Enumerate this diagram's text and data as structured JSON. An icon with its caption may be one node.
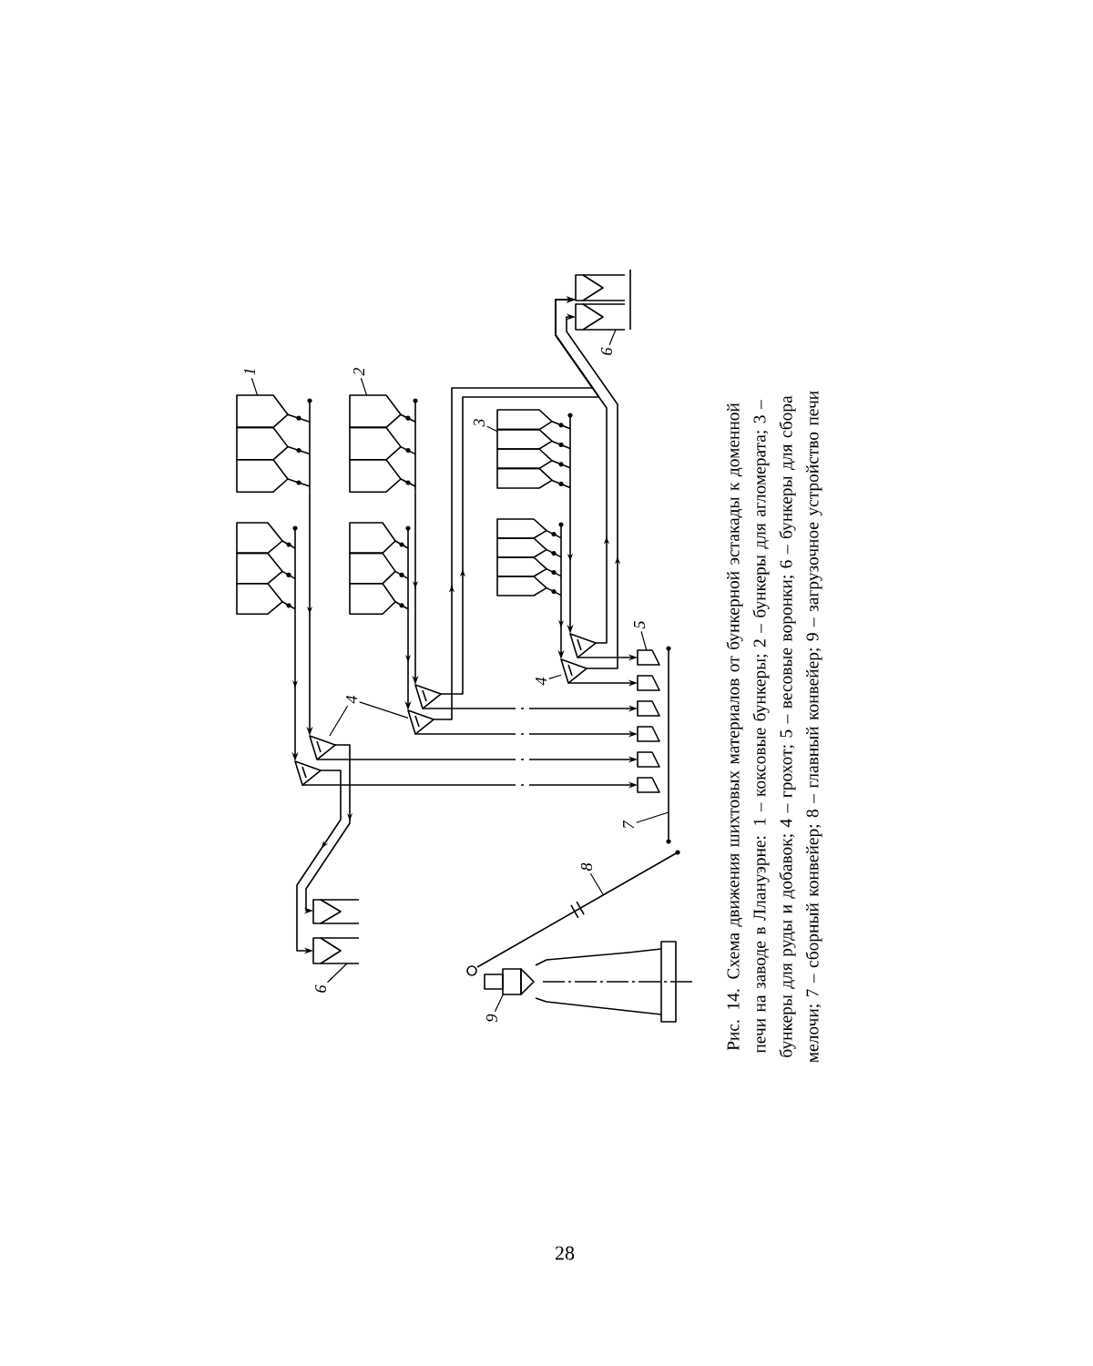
{
  "diagram": {
    "caption": "Рис. 14. Схема движения шихтовых материалов от бункерной эстакады к доменной печи на заводе в Ллануэрне: 1 – коксовые бункеры; 2 – бункеры для агломерата; 3 – бункеры для руды и добавок; 4 – грохот; 5 – весовые воронки; 6 – бункеры для сбора мелочи; 7 – сборный конвейер; 8 – главный конвейер; 9 – загрузочное устройство печи",
    "nodes": [
      {
        "text": [
          "1"
        ]
      },
      {
        "text": [
          "2"
        ]
      },
      {
        "text": [
          "3"
        ]
      },
      {
        "text": [
          "4"
        ]
      },
      {
        "text": [
          "4"
        ]
      },
      {
        "text": [
          "5"
        ]
      },
      {
        "text": [
          "6"
        ]
      },
      {
        "text": [
          "6"
        ]
      },
      {
        "text": [
          "7"
        ]
      },
      {
        "text": [
          "8"
        ]
      },
      {
        "text": [
          "9"
        ]
      },
      {
        "text": [],
        "shape": "picture"
      },
      {
        "text": [],
        "shape": "picture"
      },
      {
        "text": [],
        "shape": "picture"
      },
      {
        "text": [],
        "shape": "picture"
      },
      {
        "text": [],
        "shape": "picture"
      },
      {
        "text": [],
        "shape": "picture"
      },
      {
        "text": [],
        "shape": "picture"
      },
      {
        "text": [],
        "shape": "picture"
      },
      {
        "text": [],
        "shape": "picture"
      },
      {
        "text": [],
        "shape": "picture"
      },
      {
        "text": [],
        "shape": "picture"
      },
      {
        "text": [],
        "shape": "picture"
      },
      {
        "text": [],
        "shape": "picture"
      },
      {
        "text": [],
        "shape": "picture"
      },
      {
        "text": [],
        "shape": "picture"
      },
      {
        "text": [],
        "shape": "picture"
      },
      {
        "text": [],
        "shape": "picture"
      },
      {
        "text": [],
        "shape": "picture"
      },
      {
        "text": [],
        "shape": "picture"
      },
      {
        "text": [],
        "shape": "picture"
      },
      {
        "text": [],
        "shape": "picture"
      }
    ],
    "edges": [
      {
        "from": 0,
        "to": 11,
        "arrow": "none"
      },
      {
        "from": 1,
        "to": 13,
        "arrow": "none"
      },
      {
        "from": 2,
        "to": 15,
        "arrow": "none"
      },
      {
        "from": 3,
        "to": 17,
        "arrow": "none"
      },
      {
        "from": 3,
        "to": 20,
        "arrow": "none"
      },
      {
        "from": 4,
        "to": 22,
        "arrow": "none"
      },
      {
        "from": 5,
        "to": 23,
        "arrow": "none"
      },
      {
        "from": 6,
        "to": 29,
        "arrow": "none"
      },
      {
        "from": 7,
        "to": 30,
        "arrow": "none"
      },
      {
        "from": 8,
        "to": null,
        "arrow": "none"
      },
      {
        "from": 9,
        "to": null,
        "arrow": "none"
      },
      {
        "from": 10,
        "to": 31,
        "arrow": "none"
      },
      {
        "from": 11,
        "to": 17,
        "arrow": "to"
      },
      {
        "from": 12,
        "to": 18,
        "arrow": "to"
      },
      {
        "from": 13,
        "to": 19,
        "arrow": "to"
      },
      {
        "from": 14,
        "to": 20,
        "arrow": "to"
      },
      {
        "from": 15,
        "to": 21,
        "arrow": "to"
      },
      {
        "from": 16,
        "to": 22,
        "arrow": "to"
      },
      {
        "from": 17,
        "to": 27,
        "arrow": "to",
        "style": "dashed"
      },
      {
        "from": 18,
        "to": 28,
        "arrow": "to",
        "style": "dashed"
      },
      {
        "from": 19,
        "to": 25,
        "arrow": "to",
        "style": "dashed"
      },
      {
        "from": 20,
        "to": 26,
        "arrow": "to",
        "style": "dashed"
      },
      {
        "from": 21,
        "to": 23,
        "arrow": "to"
      },
      {
        "from": 22,
        "to": 24,
        "arrow": "to"
      },
      {
        "from": 17,
        "to": 30,
        "arrow": "to"
      },
      {
        "from": 18,
        "to": 30,
        "arrow": "to"
      },
      {
        "from": 19,
        "to": 29,
        "arrow": "to"
      },
      {
        "from": 20,
        "to": 29,
        "arrow": "to"
      },
      {
        "from": 21,
        "to": 29,
        "arrow": "to"
      },
      {
        "from": 22,
        "to": 29,
        "arrow": "to"
      }
    ],
    "labels": [
      "28"
    ]
  }
}
